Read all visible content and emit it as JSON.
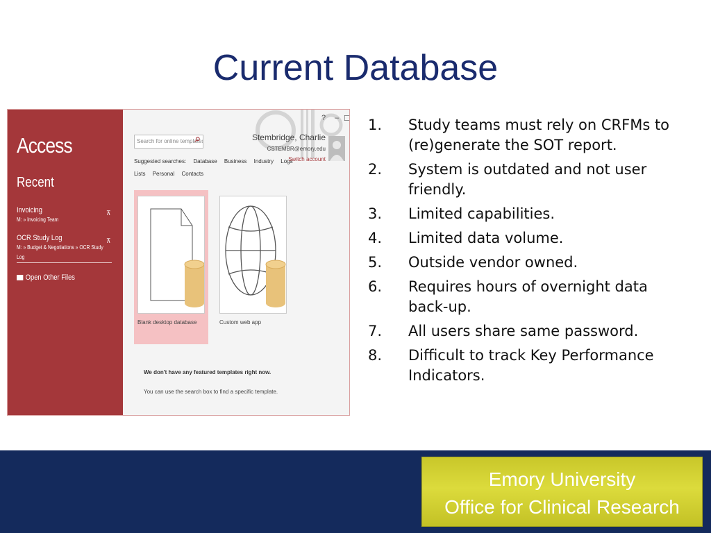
{
  "title": "Current Database",
  "screenshot": {
    "app_name": "Access",
    "recent_heading": "Recent",
    "recent_items": [
      {
        "name": "Invoicing",
        "path": "M: » Invoicing Team"
      },
      {
        "name": "OCR Study Log",
        "path": "M: » Budget & Negotiations » OCR Study Log"
      }
    ],
    "open_other": "Open Other Files",
    "search_placeholder": "Search for online templates",
    "suggested_label": "Suggested searches:",
    "suggested_tags": [
      "Database",
      "Business",
      "Industry",
      "Logs"
    ],
    "suggested_tags_row2": [
      "Lists",
      "Personal",
      "Contacts"
    ],
    "window_controls": [
      "?",
      "–",
      "☐",
      "✕"
    ],
    "user_name": "Stembridge, Charlie",
    "user_email": "CSTEMBR@emory.edu",
    "switch_account": "Switch account",
    "templates": [
      {
        "label": "Blank desktop database"
      },
      {
        "label": "Custom web app"
      }
    ],
    "no_templates": "We don't have any featured templates right now.",
    "no_templates_sub": "You can use the search box to find a specific template."
  },
  "points": [
    {
      "num": "1.",
      "text": "Study teams must rely on CRFMs to (re)generate the SOT report."
    },
    {
      "num": "2.",
      "text": "System is outdated and not user friendly."
    },
    {
      "num": "3.",
      "text": "Limited capabilities."
    },
    {
      "num": "4.",
      "text": "Limited data volume."
    },
    {
      "num": "5.",
      "text": "Outside vendor owned."
    },
    {
      "num": "6.",
      "text": "Requires hours of overnight data back-up."
    },
    {
      "num": "7.",
      "text": "All users share same password."
    },
    {
      "num": "8.",
      "text": "Difficult to track Key Performance Indicators."
    }
  ],
  "footer": {
    "line1": "Emory University",
    "line2": "Office for Clinical Research"
  },
  "colors": {
    "title": "#1a2b6e",
    "access_red": "#a4373a",
    "footer_bg": "#142a5c",
    "footer_box": "#d4d233"
  }
}
